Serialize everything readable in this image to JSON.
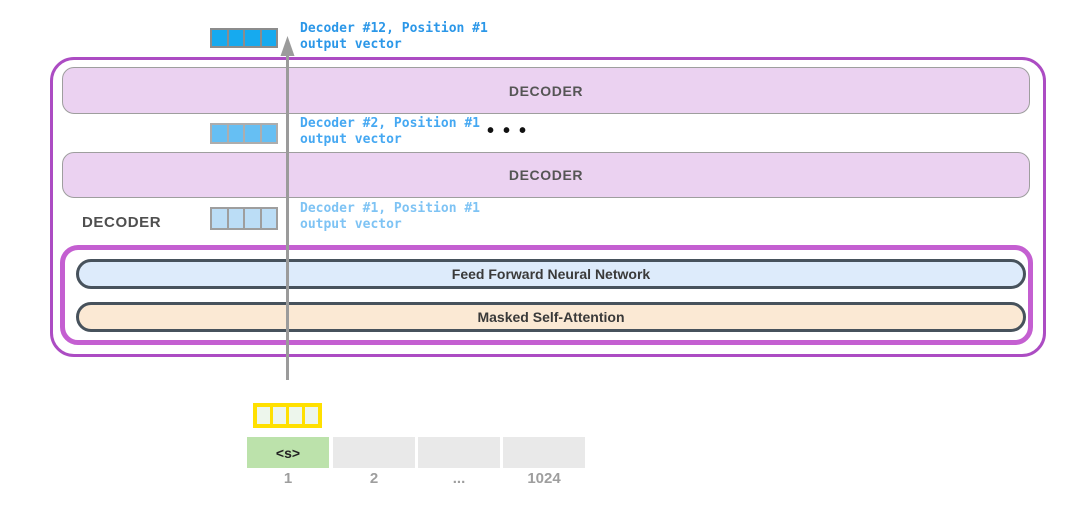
{
  "stack": {
    "outputs": {
      "top": {
        "line1": "Decoder #12, Position #1",
        "line2": "output vector"
      },
      "mid": {
        "line1": "Decoder #2, Position #1",
        "line2": "output vector"
      },
      "low": {
        "line1": "Decoder #1, Position #1",
        "line2": "output vector"
      }
    },
    "decoder_top": "DECODER",
    "decoder_mid": "DECODER",
    "side_label": "DECODER",
    "ellipsis": "•••",
    "ffnn": "Feed Forward Neural Network",
    "attention": "Masked Self-Attention"
  },
  "input": {
    "token": "<s>",
    "positions": [
      "1",
      "2",
      "...",
      "1024"
    ]
  },
  "colors": {
    "outer-border": "#AC4CC3",
    "inner-border": "#C45FD1",
    "decoder-fill": "#EBD2F1",
    "decoder-border": "#9E9E9E",
    "ffnn-fill": "#DDEBFB",
    "attention-fill": "#FBE9D4",
    "pill-border": "#47525C",
    "vec-top": "#16AAEF",
    "vec-mid": "#66BFF3",
    "vec-low": "#BBDDF6",
    "label-top": "#2B97E8",
    "label-mid": "#45A8F2",
    "label-low": "#7EC3F4",
    "token-green": "#BCE2AB",
    "token-gray": "#E9E9E9",
    "yellow": "#FFE000",
    "yellow-cell": "#EDF6EC",
    "arrow": "#9B9B9B"
  }
}
